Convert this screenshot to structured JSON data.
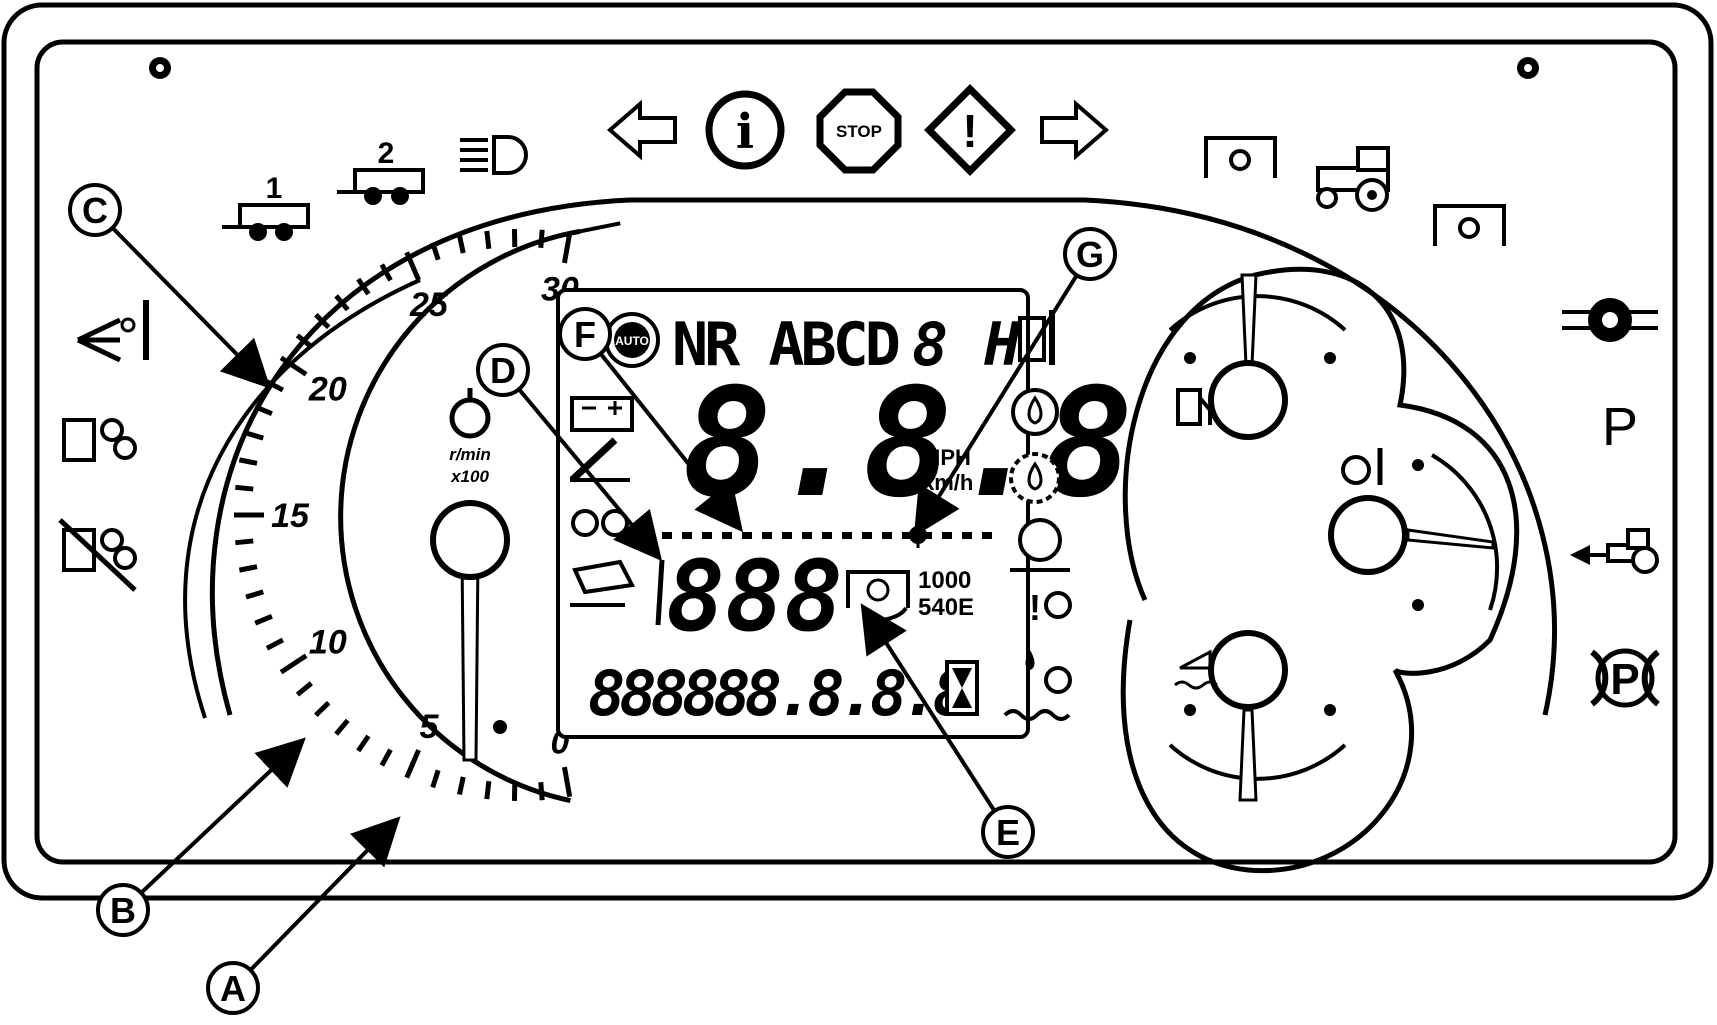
{
  "top_telltales": {
    "trailer_1_label": "1",
    "trailer_2_label": "2",
    "stop_label": "STOP",
    "info_label": "i",
    "warning_label": "!"
  },
  "tachometer": {
    "unit_line1": "r/min",
    "unit_line2": "x100",
    "scale_labels": [
      "0",
      "5",
      "10",
      "15",
      "20",
      "25",
      "30"
    ]
  },
  "lcd": {
    "auto_badge": "AUTO",
    "gear_text": "NR ABCD",
    "speed_digits": "8.8.8",
    "speed_unit_1": "MPH",
    "speed_unit_2": "km/h",
    "mid_digits": "888",
    "pto_speed_1": "1000",
    "pto_speed_2": "540E",
    "bottom_digits": "888888.8.8.8"
  },
  "right_telltales": {
    "park_label": "P",
    "park_brake_label": "P"
  },
  "callouts": [
    "A",
    "B",
    "C",
    "D",
    "E",
    "F",
    "G"
  ],
  "icons": [
    "trailer-1-icon",
    "trailer-2-icon",
    "headlight-icon",
    "left-turn-icon",
    "info-icon",
    "stop-icon",
    "warning-icon",
    "right-turn-icon",
    "front-pto-icon",
    "tractor-icon",
    "rear-pto-icon",
    "diff-lock-icon",
    "parking-icon",
    "tractor-implement-icon",
    "park-brake-icon",
    "hydraulic-temp-icon",
    "4wd-icon",
    "4wd-off-icon",
    "engine-icon",
    "fuel-icon",
    "coolant-temp-icon",
    "def-icon"
  ]
}
